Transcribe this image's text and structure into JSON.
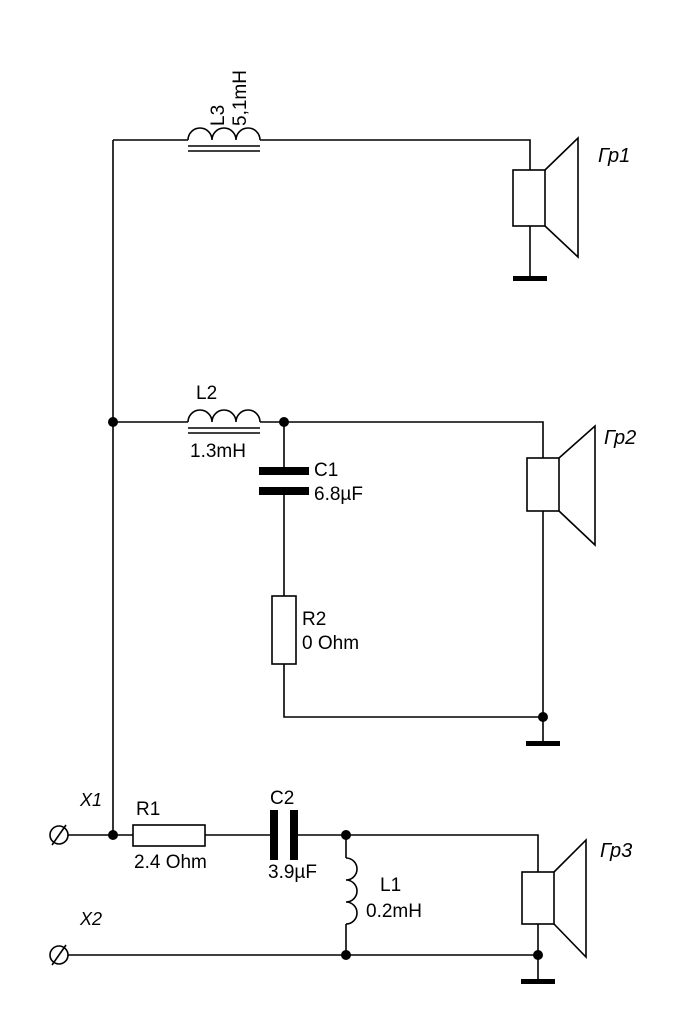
{
  "components": {
    "L3": {
      "ref": "L3",
      "value": "5,1mH"
    },
    "L2": {
      "ref": "L2",
      "value": "1.3mH"
    },
    "C1": {
      "ref": "C1",
      "value": "6.8µF"
    },
    "R2": {
      "ref": "R2",
      "value": "0 Ohm"
    },
    "R1": {
      "ref": "R1",
      "value": "2.4 Ohm"
    },
    "C2": {
      "ref": "C2",
      "value": "3.9µF"
    },
    "L1": {
      "ref": "L1",
      "value": "0.2mH"
    }
  },
  "speakers": {
    "gr1": "Гр1",
    "gr2": "Гр2",
    "gr3": "Гр3"
  },
  "terminals": {
    "x1": "X1",
    "x2": "X2"
  }
}
